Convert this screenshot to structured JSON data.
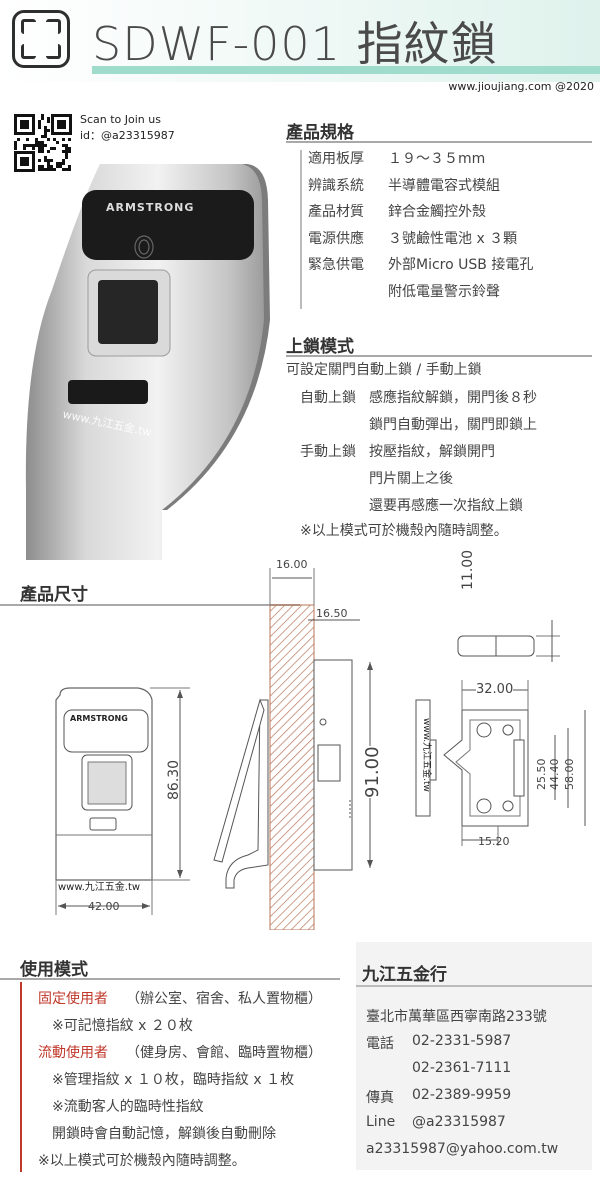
{
  "header": {
    "title": "SDWF-001 指紋鎖",
    "site": "www.jioujiang.com  @2020"
  },
  "qr_block": {
    "line1": "Scan to Join us",
    "line2": "id：@a23315987"
  },
  "device": {
    "brand": "ARMSTRONG",
    "watermark": "www.九江五金.tw"
  },
  "specs": {
    "title": "產品規格",
    "rows": [
      {
        "key": "適用板厚",
        "value": "１９～３５mm"
      },
      {
        "key": "辨識系統",
        "value": "半導體電容式模組"
      },
      {
        "key": "產品材質",
        "value": "鋅合金觸控外殼"
      },
      {
        "key": "電源供應",
        "value": "３號鹼性電池 x ３顆"
      },
      {
        "key": "緊急供電",
        "value": "外部Micro USB 接電孔"
      },
      {
        "key": "",
        "value": "附低電量警示鈴聲"
      }
    ]
  },
  "lock_mode": {
    "title": "上鎖模式",
    "intro": "可設定關門自動上鎖 / 手動上鎖",
    "auto_key": "自動上鎖",
    "auto_line1": "感應指紋解鎖，開門後８秒",
    "auto_line2": "鎖門自動彈出，關門即鎖上",
    "manual_key": "手動上鎖",
    "manual_line1": "按壓指紋，解鎖開門",
    "manual_line2": "門片關上之後",
    "manual_line3": "還要再感應一次指紋上鎖",
    "note": "※以上模式可於機殼內隨時調整。"
  },
  "dimensions": {
    "title": "產品尺寸",
    "front_brand": "ARMSTRONG",
    "front_watermark": "www.九江五金.tw",
    "d_16": "16.00",
    "d_1650": "16.50",
    "d_11": "11.00",
    "d_32": "32.00",
    "d_8630": "86.30",
    "d_91": "91.00",
    "d_2550": "25.50",
    "d_4440": "44.40",
    "d_58": "58.00",
    "d_1520": "15.20",
    "d_42": "42.00",
    "side_watermark": "www.九江五金.tw"
  },
  "usage": {
    "title": "使用模式",
    "fixed_label": "固定使用者",
    "fixed_desc": "（辦公室、宿舍、私人置物櫃）",
    "fixed_note": "※可記憶指紋 x ２０枚",
    "mobile_label": "流動使用者",
    "mobile_desc": "（健身房、會館、臨時置物櫃）",
    "mobile_note": "※管理指紋 x １０枚，臨時指紋 x １枚",
    "temp_note": "※流動客人的臨時性指紋",
    "auto_note": "開鎖時會自動記憶，解鎖後自動刪除",
    "final_note": "※以上模式可於機殼內隨時調整。"
  },
  "company": {
    "name": "九江五金行",
    "address": "臺北市萬華區西寧南路233號",
    "tel_label": "電話",
    "tel1": "02-2331-5987",
    "tel2": "02-2361-7111",
    "fax_label": "傳真",
    "fax": "02-2389-9959",
    "line_label": "Line",
    "line": "@a23315987",
    "email": "a23315987@yahoo.com.tw"
  },
  "colors": {
    "accent": "#9fdccb",
    "highlight_red": "#c0392b",
    "hatch": "#b87458"
  }
}
